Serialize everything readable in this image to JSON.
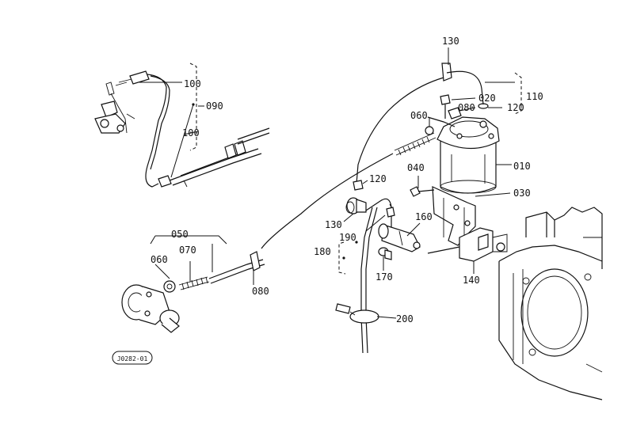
{
  "diagram": {
    "callouts": {
      "c130_top": "130",
      "c110": "110",
      "c020": "020",
      "c080_top": "080",
      "c120_right": "120",
      "c060_right": "060",
      "c010": "010",
      "c040": "040",
      "c030": "030",
      "c120_mid": "120",
      "c130_mid": "130",
      "c190": "190",
      "c160": "160",
      "c180": "180",
      "c170": "170",
      "c140": "140",
      "c200": "200",
      "c100_top": "100",
      "c090": "090",
      "c100_mid": "100",
      "c050": "050",
      "c070": "070",
      "c060_left": "060",
      "c080_left": "080"
    },
    "drawing_code": "J0282-01"
  }
}
